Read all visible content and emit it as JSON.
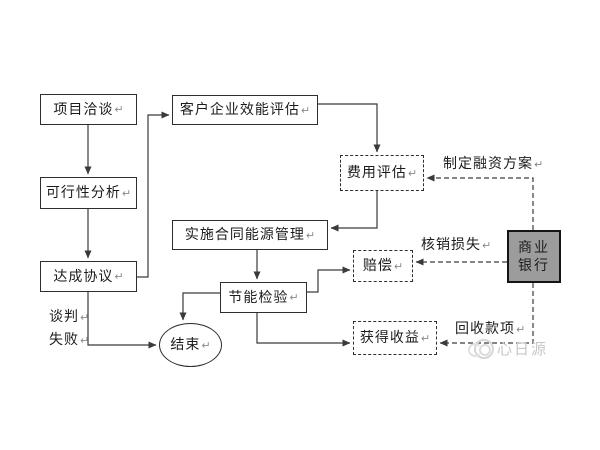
{
  "meta": {
    "enter_mark": "↵"
  },
  "flowchart": {
    "nodes": {
      "project_negotiation": {
        "label": "项目洽谈"
      },
      "feasibility_analysis": {
        "label": "可行性分析"
      },
      "reach_agreement": {
        "label": "达成协议"
      },
      "customer_efficiency_evaluation": {
        "label": "客户企业效能评估"
      },
      "cost_evaluation": {
        "label": "费用评估"
      },
      "implement_contract_energy_management": {
        "label": "实施合同能源管理"
      },
      "energy_saving_inspection": {
        "label": "节能检验"
      },
      "compensation": {
        "label": "赔偿"
      },
      "obtain_income": {
        "label": "获得收益"
      },
      "end": {
        "label": "结束"
      },
      "commercial_bank": {
        "label_line1": "商业",
        "label_line2": "银行"
      }
    },
    "edge_labels": {
      "make_financing_plan": "制定融资方案",
      "write_off_loss": "核销损失",
      "recover_payment": "回收款项",
      "negotiation_fail_line1": "谈判",
      "negotiation_fail_line2": "失败"
    },
    "watermark": {
      "text": "心日源"
    },
    "colors": {
      "line": "#3a3a3a",
      "bank_fill": "#9c9c9c",
      "watermark": "#c8c8c8",
      "background": "#ffffff"
    }
  }
}
